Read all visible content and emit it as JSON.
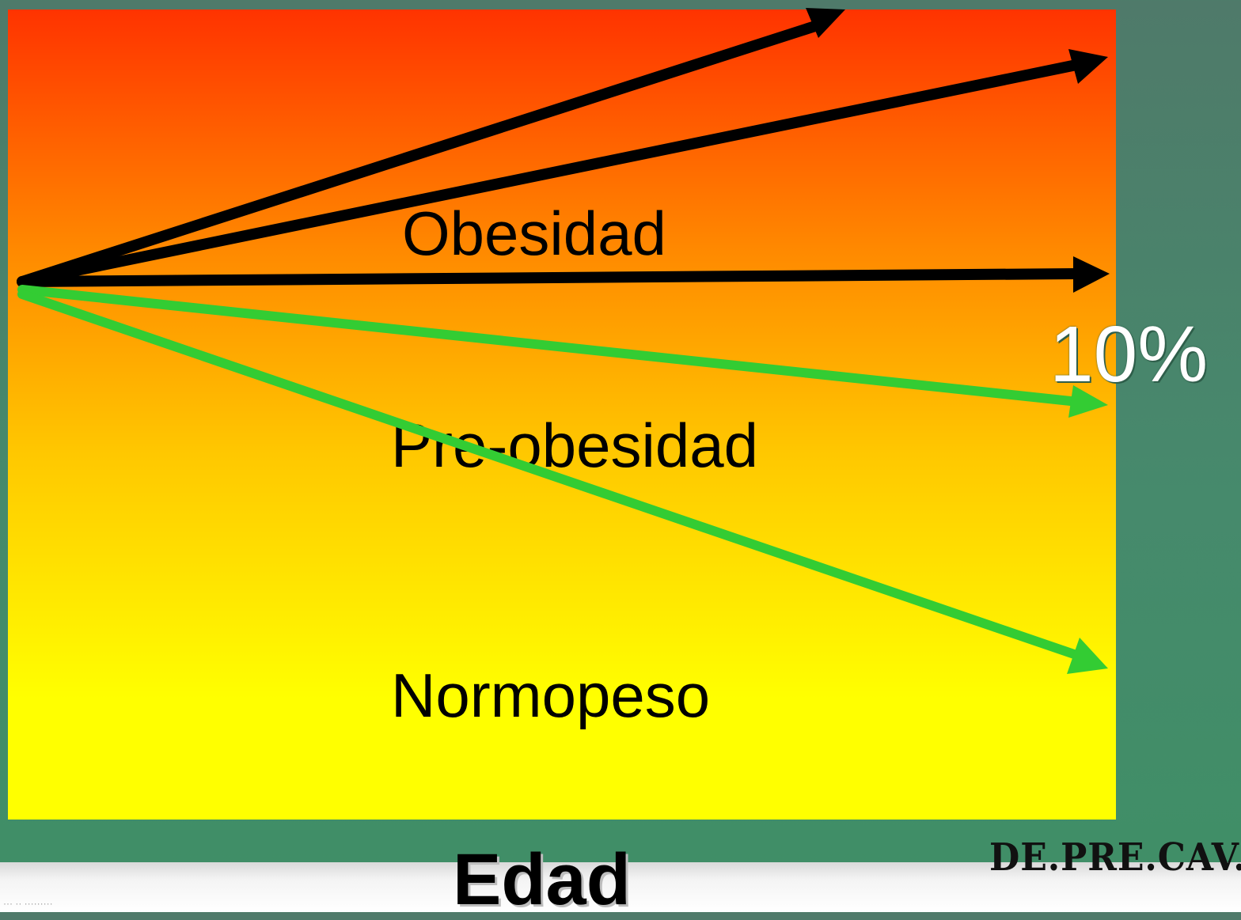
{
  "diagram": {
    "zones": {
      "obesity": "Obesidad",
      "preobesity": "Pre-obesidad",
      "normal": "Normopeso"
    },
    "percent_label": "10%",
    "x_axis_label": "Edad",
    "logo_text": "DE.PRE.CAV.",
    "footnote": "··· ·· ·········",
    "colors": {
      "background": "#468a6c",
      "gradient_top": "#ff3300",
      "gradient_bottom": "#ffff00",
      "arrow_black": "#000000",
      "arrow_green": "#33cc33"
    },
    "arrows": [
      {
        "color": "black",
        "direction": "up-steep"
      },
      {
        "color": "black",
        "direction": "up"
      },
      {
        "color": "black",
        "direction": "flat"
      },
      {
        "color": "green",
        "direction": "down-slight"
      },
      {
        "color": "green",
        "direction": "down"
      }
    ]
  }
}
